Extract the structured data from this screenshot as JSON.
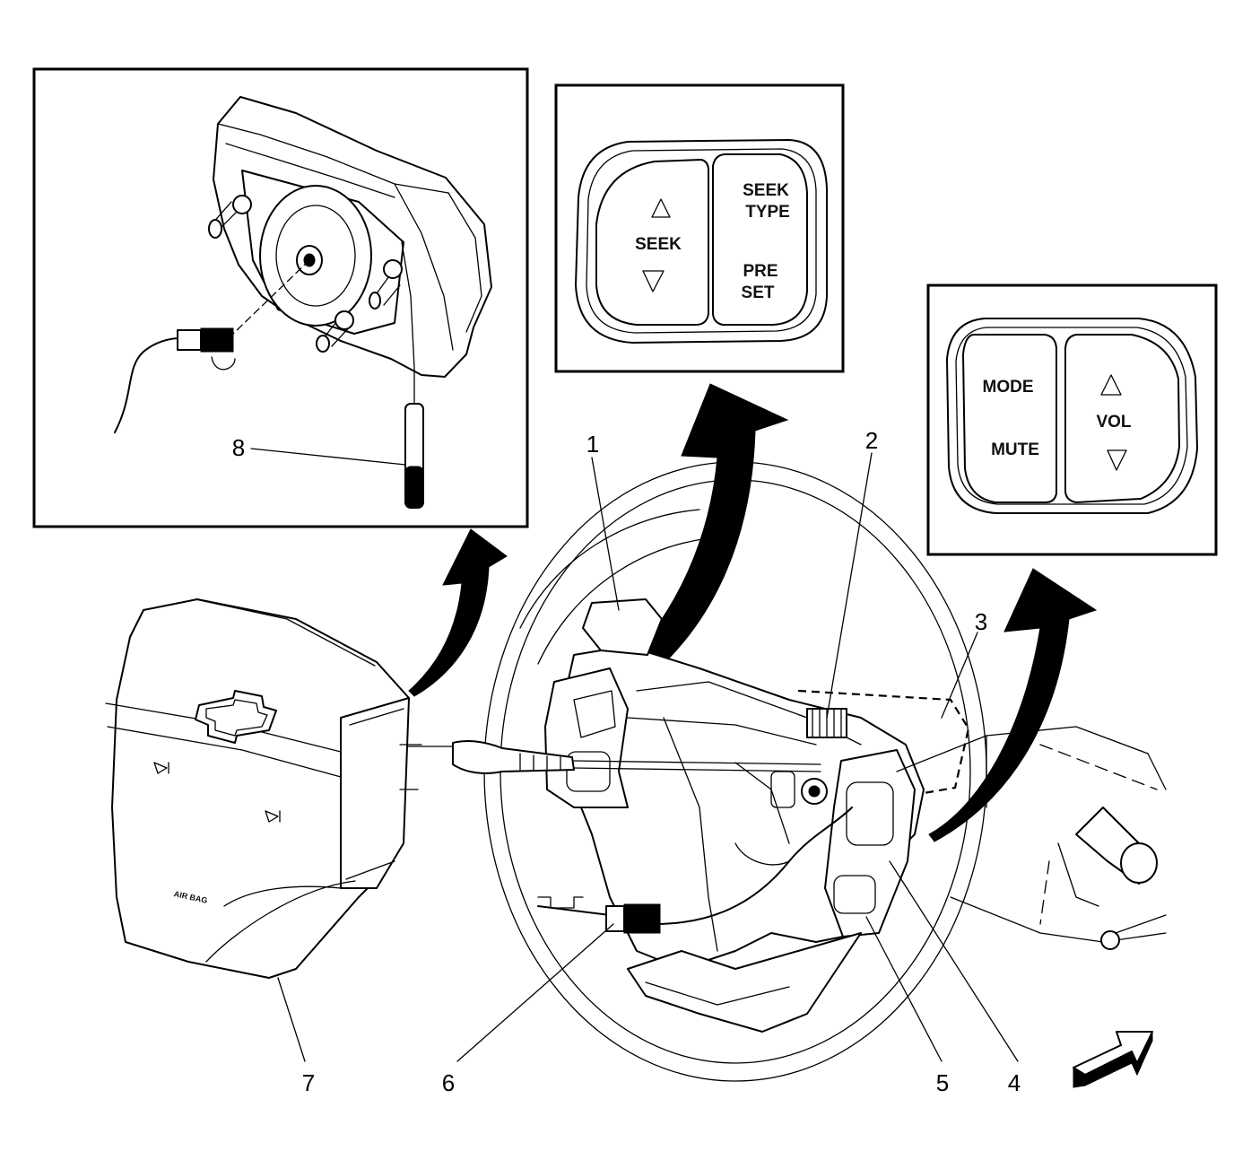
{
  "callouts": {
    "c1": "1",
    "c2": "2",
    "c3": "3",
    "c4": "4",
    "c5": "5",
    "c6": "6",
    "c7": "7",
    "c8": "8"
  },
  "left_control_panel": {
    "seek_label": "SEEK",
    "seek_type_line1": "SEEK",
    "seek_type_line2": "TYPE",
    "preset_line1": "PRE",
    "preset_line2": "SET",
    "up_icon": "triangle-up-icon",
    "down_icon": "triangle-down-icon"
  },
  "right_control_panel": {
    "mode_label": "MODE",
    "mute_label": "MUTE",
    "vol_label": "VOL",
    "up_icon": "triangle-up-icon",
    "down_icon": "triangle-down-icon"
  },
  "airbag": {
    "label": "AIR BAG"
  }
}
